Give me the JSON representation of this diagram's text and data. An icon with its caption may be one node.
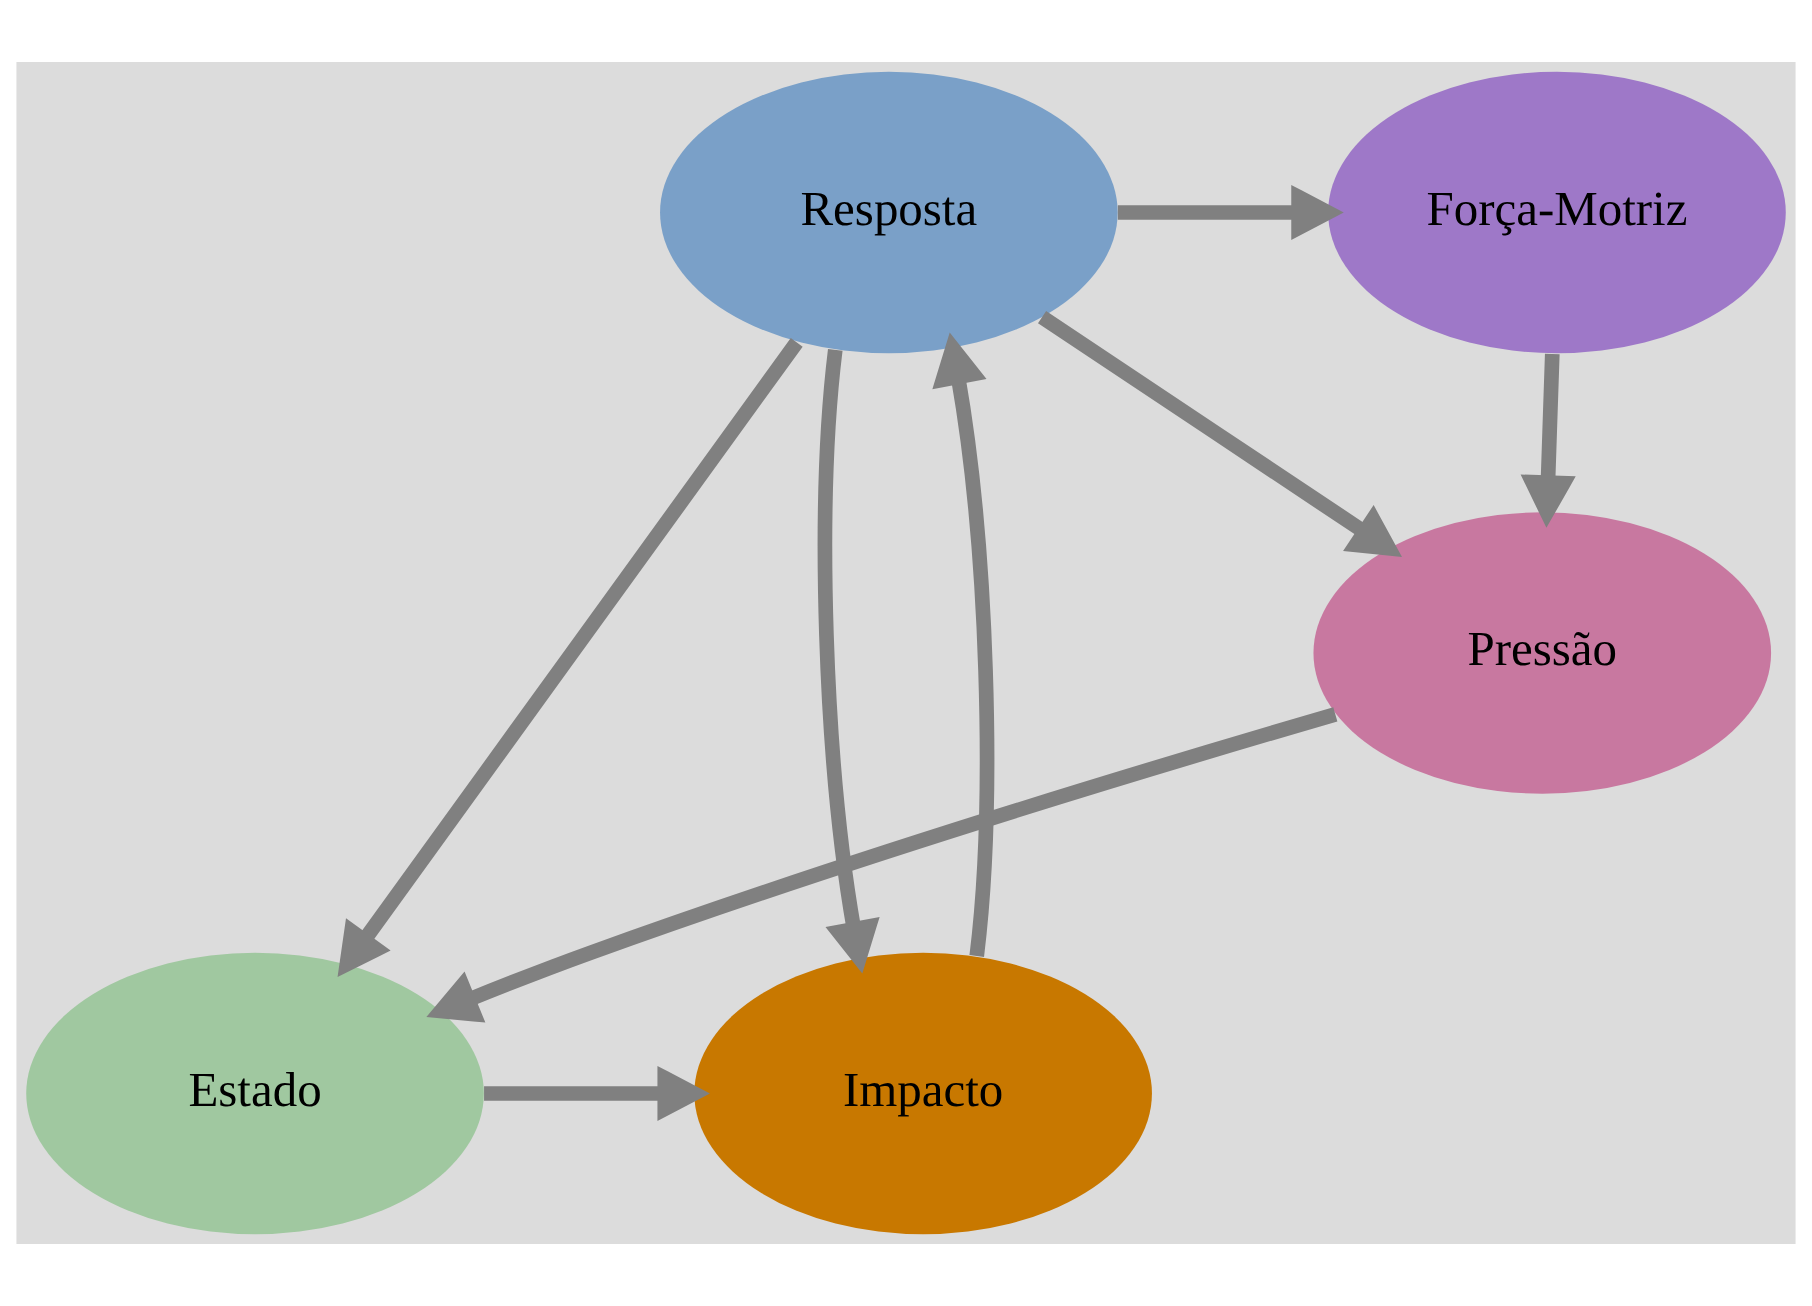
{
  "diagram": {
    "nodes": [
      {
        "text": [
          "Força-Motriz"
        ]
      },
      {
        "text": [
          "Resposta"
        ]
      },
      {
        "text": [
          "Pressão"
        ]
      },
      {
        "text": [
          "Impacto"
        ]
      },
      {
        "text": [
          "Estado"
        ]
      }
    ],
    "edges": [
      {
        "from": 1,
        "to": 0,
        "arrow": "to"
      },
      {
        "from": 0,
        "to": 2,
        "arrow": "to"
      },
      {
        "from": 1,
        "to": 2,
        "arrow": "to"
      },
      {
        "from": 1,
        "to": 4,
        "arrow": "to"
      },
      {
        "from": 1,
        "to": 3,
        "arrow": "to"
      },
      {
        "from": 3,
        "to": 1,
        "arrow": "to"
      },
      {
        "from": 2,
        "to": 4,
        "arrow": "to"
      },
      {
        "from": 4,
        "to": 3,
        "arrow": "to"
      }
    ]
  }
}
